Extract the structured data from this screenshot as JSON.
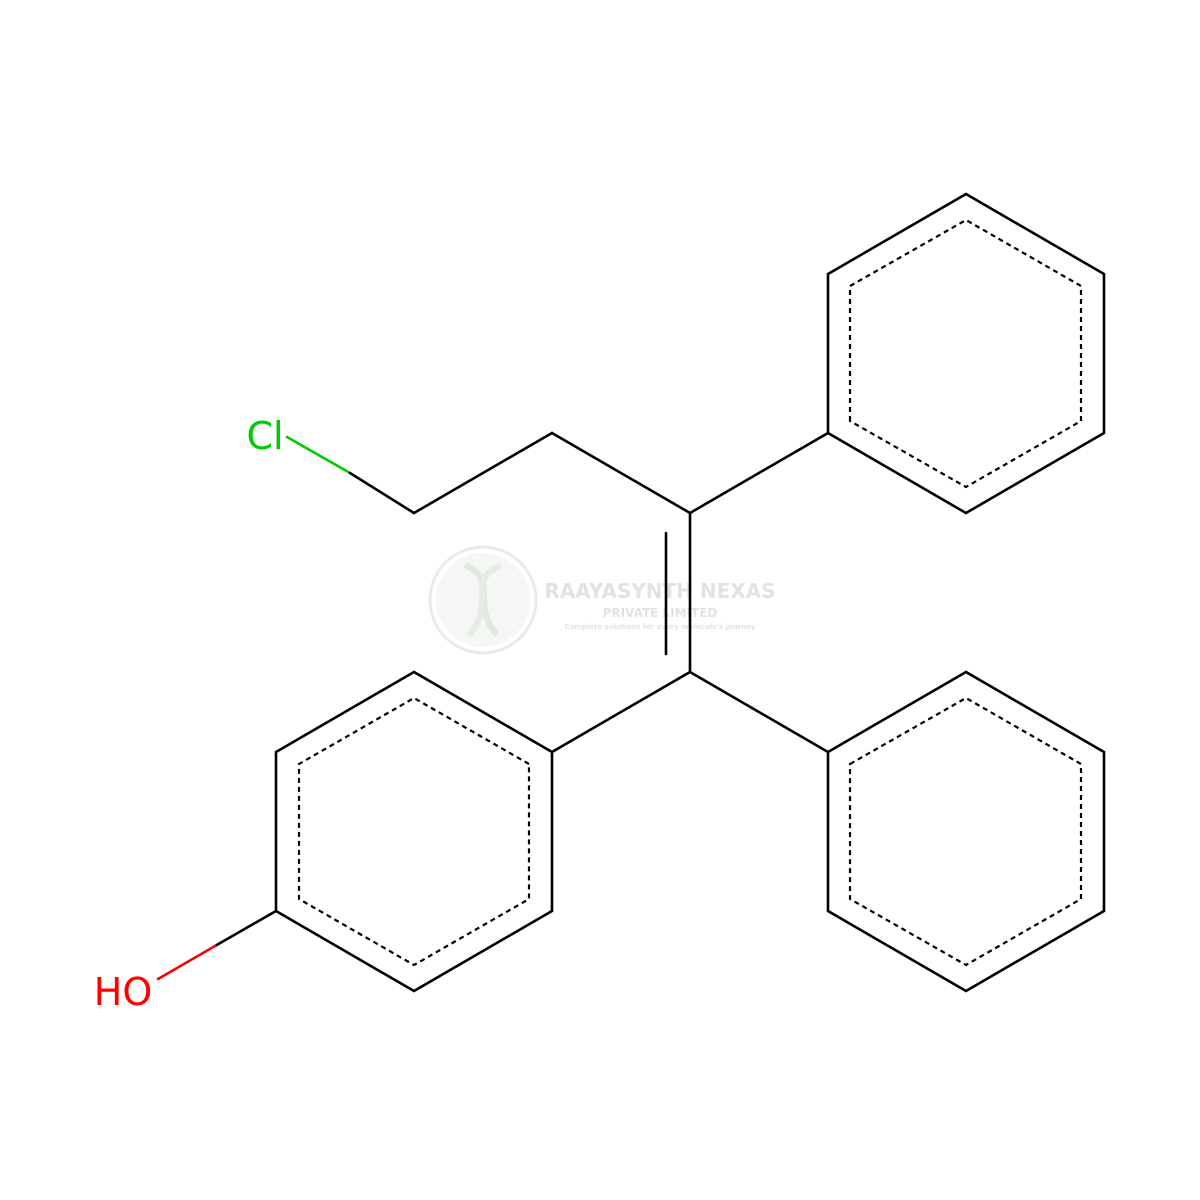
{
  "atoms": {
    "chlorine": {
      "label": "Cl",
      "color": "#00cc00"
    },
    "hydroxyl": {
      "label": "HO",
      "color": "#ff0000"
    }
  },
  "bond_color": "#000000",
  "watermark": {
    "name": "RAAYASYNTH NEXAS",
    "subtitle": "PRIVATE LIMITED",
    "tagline": "Complete solutions for every molecule's journey",
    "color": "#c8cfc8"
  }
}
